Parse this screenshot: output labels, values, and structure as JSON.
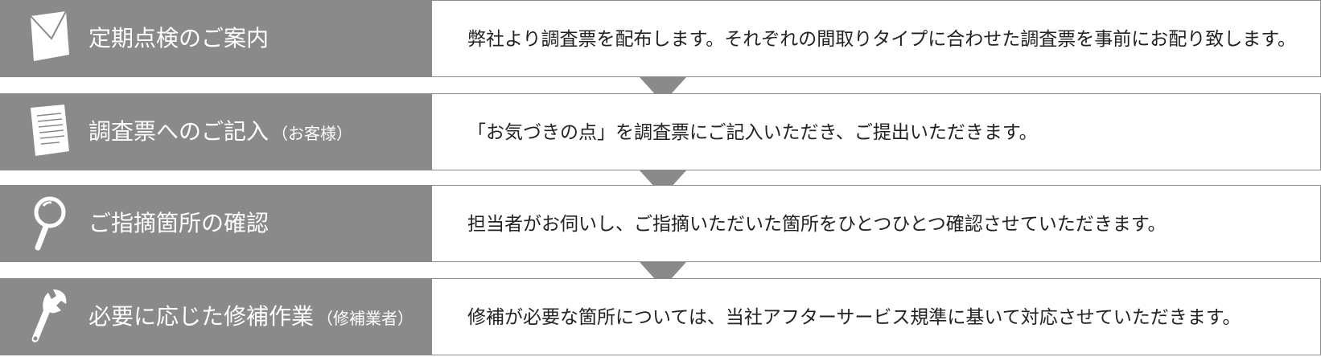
{
  "steps": [
    {
      "title": "定期点検のご案内",
      "subtitle": "",
      "description": "弊社より調査票を配布します。それぞれの間取りタイプに合わせた調査票を事前にお配り致します。",
      "icon": "envelope-icon"
    },
    {
      "title": "調査票へのご記入",
      "subtitle": "（お客様）",
      "description": "「お気づきの点」を調査票にご記入いただき、ご提出いただきます。",
      "icon": "document-icon"
    },
    {
      "title": "ご指摘箇所の確認",
      "subtitle": "",
      "description": "担当者がお伺いし、ご指摘いただいた箇所をひとつひとつ確認させていただきます。",
      "icon": "magnifier-icon"
    },
    {
      "title": "必要に応じた修補作業",
      "subtitle": "（修補業者）",
      "description": "修補が必要な箇所については、当社アフターサービス規準に基いて対応させていただきます。",
      "icon": "wrench-icon"
    }
  ],
  "colors": {
    "title_background": "#8a8a8a",
    "title_text": "#ffffff",
    "description_text": "#222222",
    "border": "#8a8a8a",
    "arrow": "#8a8a8a"
  }
}
